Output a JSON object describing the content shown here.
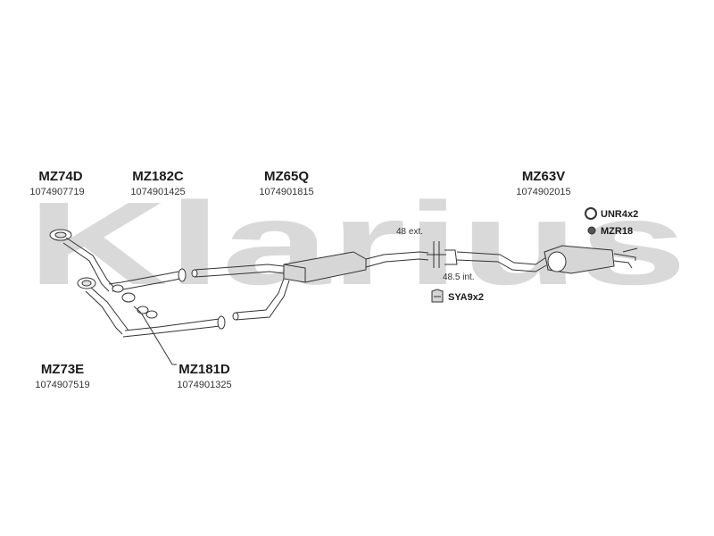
{
  "watermark": "Klarius",
  "parts": [
    {
      "code": "MZ74D",
      "number": "1074907719"
    },
    {
      "code": "MZ182C",
      "number": "1074901425"
    },
    {
      "code": "MZ65Q",
      "number": "1074901815"
    },
    {
      "code": "MZ63V",
      "number": "1074902015"
    },
    {
      "code": "MZ73E",
      "number": "1074907519"
    },
    {
      "code": "MZ181D",
      "number": "1074901325"
    }
  ],
  "accessories": [
    {
      "code": "UNR4x2",
      "icon": "ring-clamp-icon"
    },
    {
      "code": "MZR18",
      "icon": "rubber-mount-icon"
    },
    {
      "code": "SYA9x2",
      "icon": "hanger-mount-icon"
    }
  ],
  "dimensions": {
    "ext": "48 ext.",
    "int": "48.5 int."
  },
  "colors": {
    "pipe_stroke": "#333333",
    "pipe_fill": "#ffffff",
    "muffler_fill": "#d6d6d6",
    "watermark": "#d9d9d9"
  }
}
